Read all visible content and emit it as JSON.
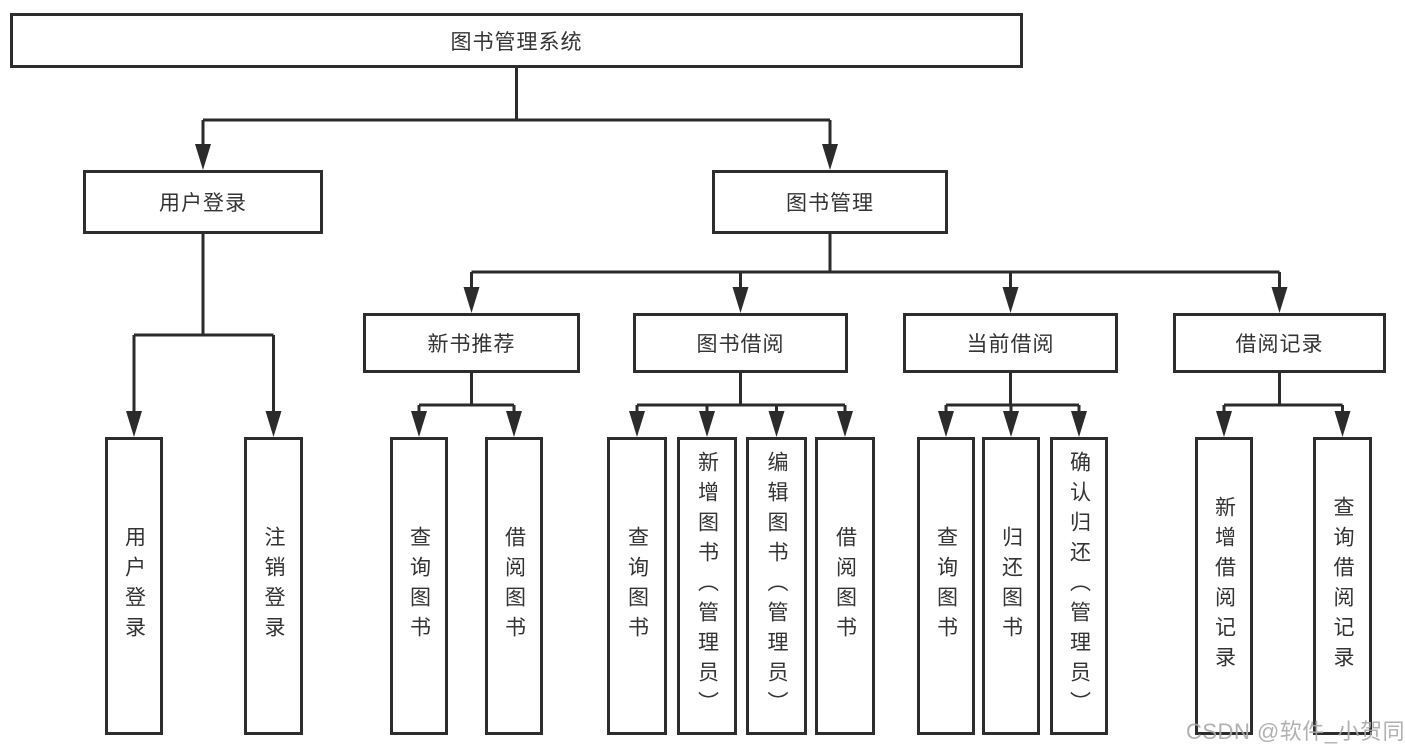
{
  "diagram": {
    "title": "图书管理系统",
    "watermark": "CSDN @软件_小贺同学",
    "nodes": {
      "root": {
        "label": "图书管理系统"
      },
      "user_login": {
        "label": "用户登录"
      },
      "book_mgmt": {
        "label": "图书管理"
      },
      "new_book_rec": {
        "label": "新书推荐"
      },
      "book_borrow": {
        "label": "图书借阅"
      },
      "current_borrow": {
        "label": "当前借阅"
      },
      "borrow_record": {
        "label": "借阅记录"
      },
      "leaf_user_login": {
        "label": "用户登录"
      },
      "leaf_logout": {
        "label": "注销登录"
      },
      "leaf_rec_query_book": {
        "label": "查询图书"
      },
      "leaf_rec_borrow_book": {
        "label": "借阅图书"
      },
      "leaf_bb_query_book": {
        "label": "查询图书"
      },
      "leaf_bb_add_book": {
        "label": "新增图书（管理员）"
      },
      "leaf_bb_edit_book": {
        "label": "编辑图书（管理员）"
      },
      "leaf_bb_borrow_book": {
        "label": "借阅图书"
      },
      "leaf_cb_query_book": {
        "label": "查询图书"
      },
      "leaf_cb_return_book": {
        "label": "归还图书"
      },
      "leaf_cb_confirm_return": {
        "label": "确认归还（管理员）"
      },
      "leaf_br_add_record": {
        "label": "新增借阅记录"
      },
      "leaf_br_query_record": {
        "label": "查询借阅记录"
      }
    },
    "hierarchy": [
      {
        "parent": "图书管理系统",
        "children": [
          "用户登录",
          "图书管理"
        ]
      },
      {
        "parent": "用户登录",
        "children": [
          "用户登录",
          "注销登录"
        ]
      },
      {
        "parent": "图书管理",
        "children": [
          "新书推荐",
          "图书借阅",
          "当前借阅",
          "借阅记录"
        ]
      },
      {
        "parent": "新书推荐",
        "children": [
          "查询图书",
          "借阅图书"
        ]
      },
      {
        "parent": "图书借阅",
        "children": [
          "查询图书",
          "新增图书（管理员）",
          "编辑图书（管理员）",
          "借阅图书"
        ]
      },
      {
        "parent": "当前借阅",
        "children": [
          "查询图书",
          "归还图书",
          "确认归还（管理员）"
        ]
      },
      {
        "parent": "借阅记录",
        "children": [
          "新增借阅记录",
          "查询借阅记录"
        ]
      }
    ],
    "colors": {
      "line": "#2b2b2b",
      "border": "#2d2d2d",
      "text": "#333333",
      "watermark": "#a8a8a8",
      "background": "#ffffff"
    }
  }
}
